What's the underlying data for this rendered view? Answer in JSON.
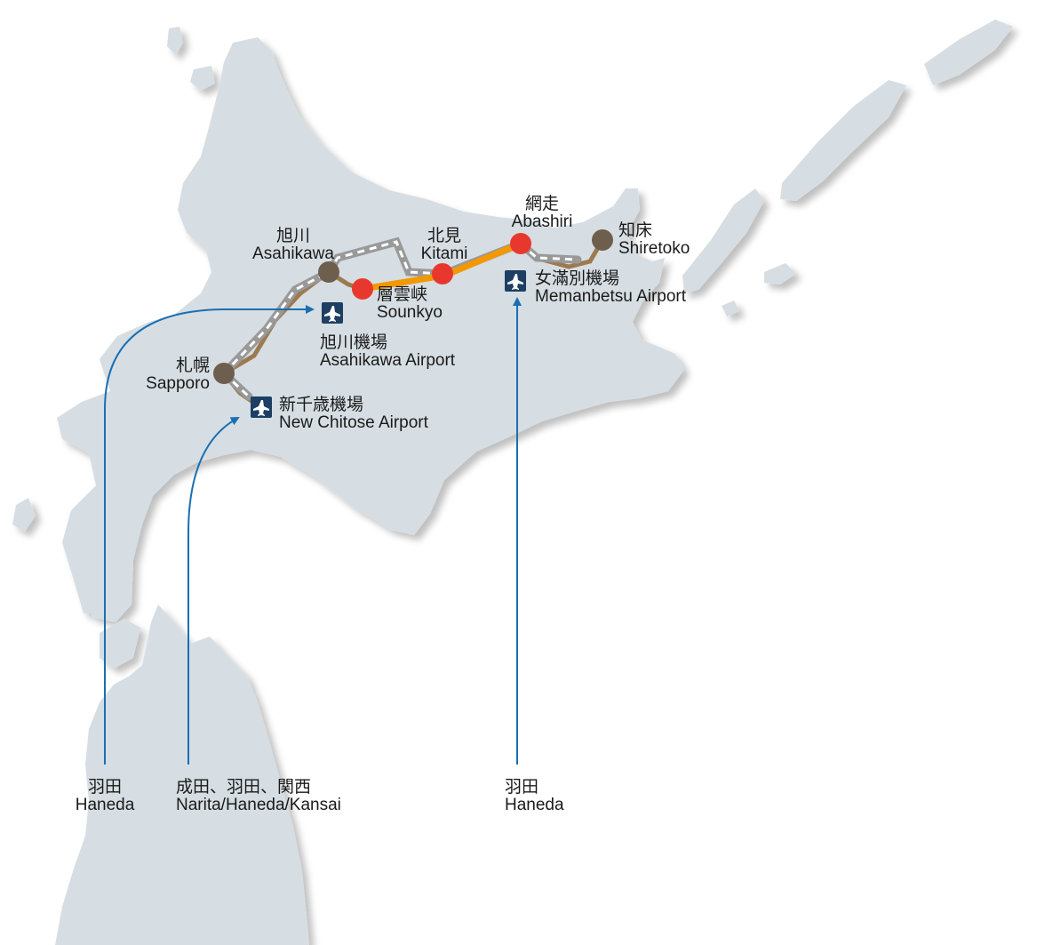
{
  "colors": {
    "land": "#d6dee3",
    "land_shadow": "#c2cad0",
    "rail": "#999999",
    "road": "#9c7a4e",
    "highlight_route": "#f39800",
    "stop_major": "#e8382e",
    "stop_minor": "#6e5e4e",
    "flight": "#1a6fb3",
    "airport_badge": "#1d3f63"
  },
  "places": {
    "sapporo": {
      "jp": "札幌",
      "en": "Sapporo"
    },
    "asahikawa": {
      "jp": "旭川",
      "en": "Asahikawa"
    },
    "sounkyo": {
      "jp": "層雲峡",
      "en": "Sounkyo"
    },
    "kitami": {
      "jp": "北見",
      "en": "Kitami"
    },
    "abashiri": {
      "jp": "網走",
      "en": "Abashiri"
    },
    "shiretoko": {
      "jp": "知床",
      "en": "Shiretoko"
    }
  },
  "airports": {
    "new_chitose": {
      "jp": "新千歳機場",
      "en": "New Chitose Airport",
      "icon": "airplane-icon"
    },
    "asahikawa": {
      "jp": "旭川機場",
      "en": "Asahikawa Airport",
      "icon": "airplane-icon"
    },
    "memanbetsu": {
      "jp": "女滿別機場",
      "en": "Memanbetsu Airport",
      "icon": "airplane-icon"
    }
  },
  "origins": {
    "to_asahikawa": {
      "jp": "羽田",
      "en": "Haneda"
    },
    "to_new_chitose": {
      "jp": "成田、羽田、関西",
      "en": "Narita/Haneda/Kansai"
    },
    "to_memanbetsu": {
      "jp": "羽田",
      "en": "Haneda"
    }
  }
}
